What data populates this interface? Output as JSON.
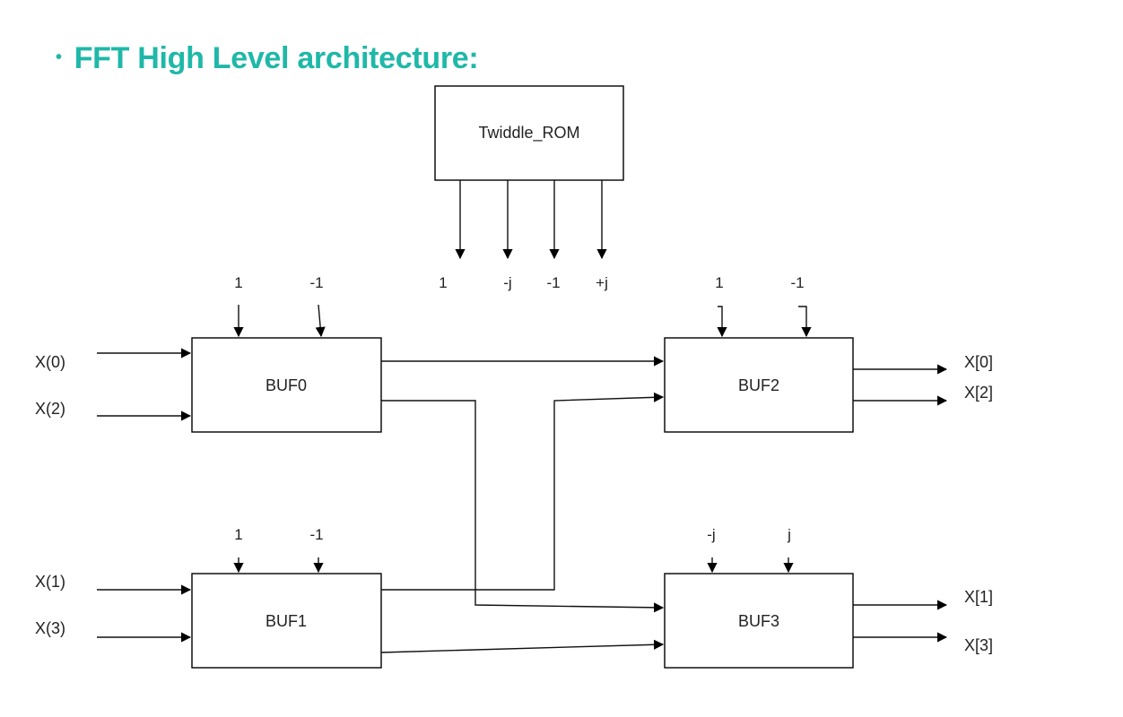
{
  "title": "FFT High Level architecture:",
  "bullet": "•",
  "blocks": {
    "rom": "Twiddle_ROM",
    "buf0": "BUF0",
    "buf1": "BUF1",
    "buf2": "BUF2",
    "buf3": "BUF3"
  },
  "rom_outputs": [
    "1",
    "-j",
    "-1",
    "+j"
  ],
  "buf0_twiddles": [
    "1",
    "-1"
  ],
  "buf1_twiddles": [
    "1",
    "-1"
  ],
  "buf2_twiddles": [
    "1",
    "-1"
  ],
  "buf3_twiddles": [
    "-j",
    "j"
  ],
  "inputs": [
    "X(0)",
    "X(2)",
    "X(1)",
    "X(3)"
  ],
  "outputs": [
    "X[0]",
    "X[2]",
    "X[1]",
    "X[3]"
  ]
}
